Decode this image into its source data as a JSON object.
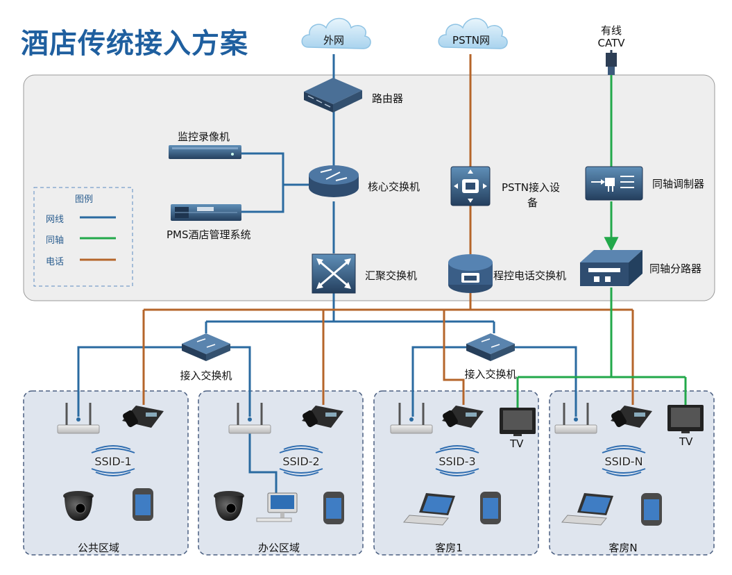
{
  "title": "酒店传统接入方案",
  "clouds": {
    "internet": "外网",
    "pstn": "PSTN网"
  },
  "catv": {
    "line1": "有线",
    "line2": "CATV"
  },
  "devices": {
    "router": "路由器",
    "nvr": "监控录像机",
    "pms": "PMS酒店管理系统",
    "core_switch": "核心交换机",
    "agg_switch": "汇聚交换机",
    "pstn_access_line1": "PSTN接入设",
    "pstn_access_line2": "备",
    "pbx": "程控电话交换机",
    "coax_modulator": "同轴调制器",
    "coax_splitter": "同轴分路器",
    "access_switch_1": "接入交换机",
    "access_switch_2": "接入交换机"
  },
  "legend": {
    "title": "图例",
    "items": [
      {
        "label": "网线",
        "color": "#2a6aa0"
      },
      {
        "label": "同轴",
        "color": "#22a84a"
      },
      {
        "label": "电话",
        "color": "#b5652a"
      }
    ]
  },
  "zones": [
    {
      "name": "公共区域",
      "ssid": "SSID-1"
    },
    {
      "name": "办公区域",
      "ssid": "SSID-2"
    },
    {
      "name": "客房1",
      "ssid": "SSID-3",
      "tv": "TV"
    },
    {
      "name": "客房N",
      "ssid": "SSID-N",
      "tv": "TV"
    }
  ],
  "colors": {
    "network": "#2a6aa0",
    "coax": "#22a84a",
    "phone": "#b5652a",
    "title": "#1f5f9f"
  }
}
